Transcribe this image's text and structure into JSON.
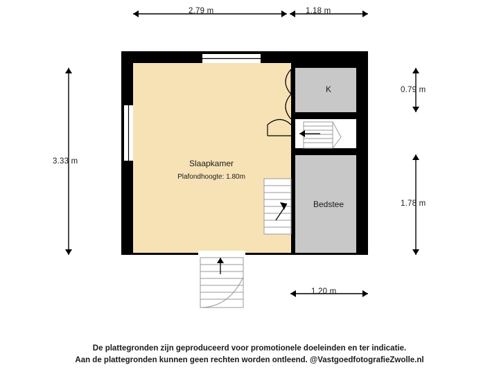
{
  "plan": {
    "rooms": [
      {
        "id": "slaapkamer",
        "label": "Slaapkamer",
        "sublabel": "Plafondhoogte: 1.80m",
        "fill": "#f7e2b6"
      },
      {
        "id": "k",
        "label": "K",
        "sublabel": "",
        "fill": "#c8c8c8"
      },
      {
        "id": "bedstee",
        "label": "Bedstee",
        "sublabel": "",
        "fill": "#c8c8c8"
      },
      {
        "id": "trap",
        "label": "",
        "sublabel": "",
        "fill": "#ffffff"
      }
    ],
    "dimensions": {
      "top_left": "2.79 m",
      "top_right": "1.18 m",
      "left": "3.33 m",
      "right_upper": "0.79 m",
      "right_lower": "1.78 m",
      "bottom_right": "1.20 m"
    },
    "colors": {
      "wall": "#000000",
      "room_main": "#f7e2b6",
      "room_secondary": "#c8c8c8",
      "arrow": "#000000",
      "text": "#1a1a1a"
    }
  },
  "footer": {
    "line1": "De plattegronden zijn geproduceerd voor promotionele doeleinden en ter indicatie.",
    "line2": "Aan de plattegronden kunnen geen rechten worden ontleend. @VastgoedfotografieZwolle.nl"
  }
}
